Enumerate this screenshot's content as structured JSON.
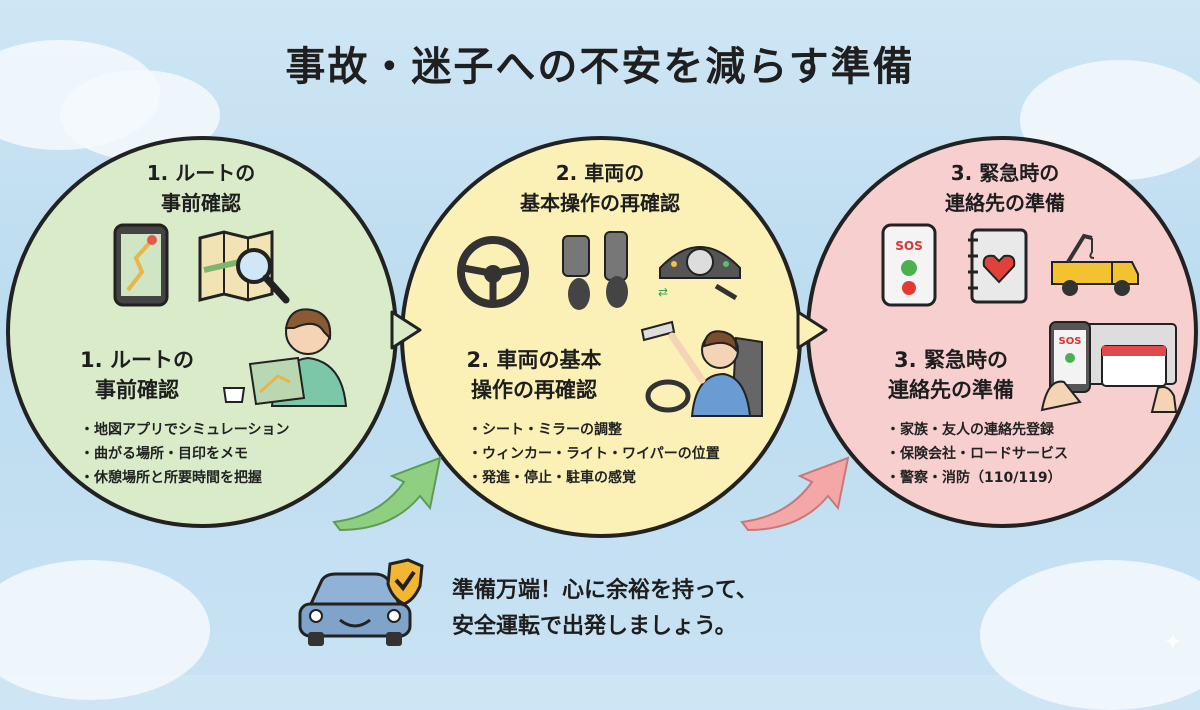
{
  "title": "事故・迷子への不安を減らす準備",
  "sections": [
    {
      "heading_line1": "1. ルートの",
      "heading_line2": "事前確認",
      "sub_line1": "1. ルートの",
      "sub_line2": "事前確認",
      "bullets": [
        "地図アプリでシミュレーション",
        "曲がる場所・目印をメモ",
        "休憩場所と所要時間を把握"
      ],
      "color": "#d9ebc9"
    },
    {
      "heading_line1": "2. 車両の",
      "heading_line2": "基本操作の再確認",
      "sub_line1": "2. 車両の基本",
      "sub_line2": "操作の再確認",
      "bullets": [
        "シート・ミラーの調整",
        "ウィンカー・ライト・ワイパーの位置",
        "発進・停止・駐車の感覚"
      ],
      "color": "#fbf1b6"
    },
    {
      "heading_line1": "3. 緊急時の",
      "heading_line2": "連絡先の準備",
      "sub_line1": "3. 緊急時の",
      "sub_line2": "連絡先の準備",
      "bullets": [
        "家族・友人の連絡先登録",
        "保険会社・ロードサービス",
        "警察・消防（110/119）"
      ],
      "color": "#f7cfcf"
    }
  ],
  "icons": {
    "sos_label": "SOS",
    "card_sos_label": "SOS"
  },
  "footer": {
    "line1": "準備万端！心に余裕を持って、",
    "line2": "安全運転で出発しましょう。"
  },
  "colors": {
    "arrow_green": "#8fcf82",
    "arrow_pink": "#f3a7a7",
    "shield": "#f2b632",
    "car": "#7fa3c9"
  }
}
